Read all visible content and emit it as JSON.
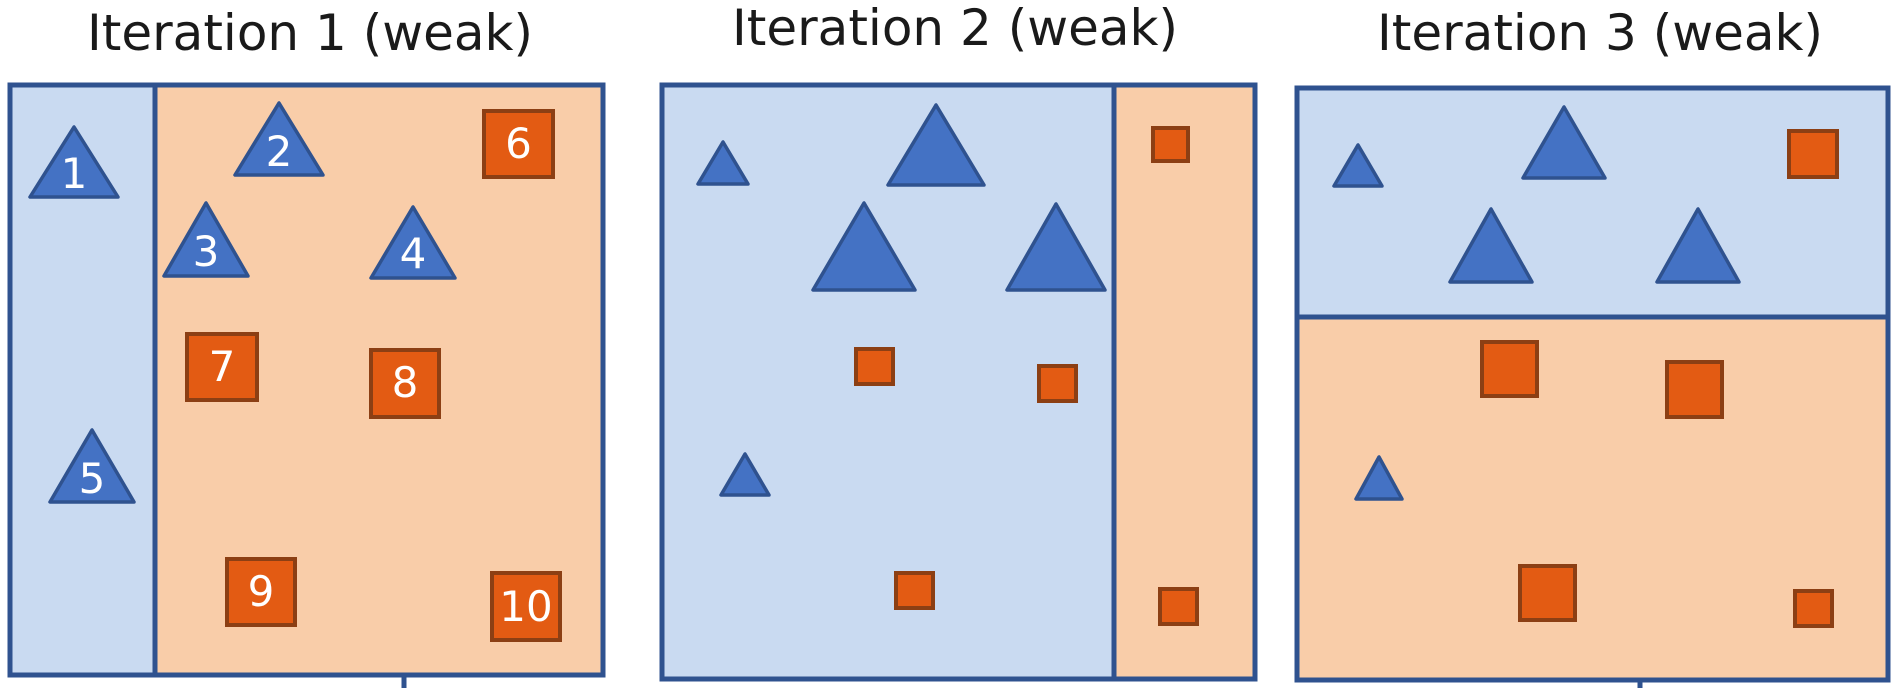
{
  "panels": [
    {
      "title": "Iteration 1 (weak)",
      "split": "vertical",
      "triangles": [
        {
          "label": "1",
          "size": "large"
        },
        {
          "label": "2",
          "size": "large"
        },
        {
          "label": "3",
          "size": "large"
        },
        {
          "label": "4",
          "size": "large"
        },
        {
          "label": "5",
          "size": "large"
        }
      ],
      "squares": [
        {
          "label": "6",
          "size": "large"
        },
        {
          "label": "7",
          "size": "large"
        },
        {
          "label": "8",
          "size": "large"
        },
        {
          "label": "9",
          "size": "large"
        },
        {
          "label": "10",
          "size": "large"
        }
      ]
    },
    {
      "title": "Iteration 2 (weak)",
      "split": "vertical",
      "triangles": [
        {
          "label": "",
          "size": "small"
        },
        {
          "label": "",
          "size": "xlarge"
        },
        {
          "label": "",
          "size": "xlarge"
        },
        {
          "label": "",
          "size": "xlarge"
        },
        {
          "label": "",
          "size": "small"
        }
      ],
      "squares": [
        {
          "label": "",
          "size": "small"
        },
        {
          "label": "",
          "size": "small"
        },
        {
          "label": "",
          "size": "small"
        },
        {
          "label": "",
          "size": "small"
        },
        {
          "label": "",
          "size": "small"
        }
      ]
    },
    {
      "title": "Iteration 3 (weak)",
      "split": "horizontal",
      "triangles": [
        {
          "label": "",
          "size": "small"
        },
        {
          "label": "",
          "size": "large"
        },
        {
          "label": "",
          "size": "large"
        },
        {
          "label": "",
          "size": "large"
        },
        {
          "label": "",
          "size": "small"
        }
      ],
      "squares": [
        {
          "label": "",
          "size": "medium"
        },
        {
          "label": "",
          "size": "large"
        },
        {
          "label": "",
          "size": "large"
        },
        {
          "label": "",
          "size": "large"
        },
        {
          "label": "",
          "size": "small"
        }
      ]
    }
  ],
  "colors": {
    "region_blue": "#c9daf1",
    "region_orange": "#f9cda9",
    "triangle": "#4472c4",
    "square": "#e35b13",
    "border": "#2f528f"
  }
}
